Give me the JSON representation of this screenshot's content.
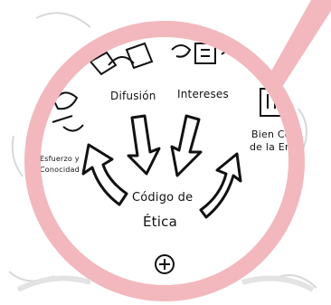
{
  "sketch": {
    "labels": {
      "difusion": "Difusión",
      "intereses": "Intereses",
      "bien_comun_line1": "Bien Co",
      "bien_comun_line2": "de la Em",
      "esfuerzo_line1": "Esfuerzo y",
      "esfuerzo_line2": "Conocidad",
      "codigo_line1": "Código de",
      "codigo_line2": "Ética"
    }
  },
  "colors": {
    "magnifier_ring": "#f2b8be",
    "ink": "#111111",
    "faded_ink": "#d8d8d8",
    "background": "#ffffff"
  },
  "icons": {
    "magnifier": "magnifying-glass",
    "arrows": "curved-arrows"
  }
}
